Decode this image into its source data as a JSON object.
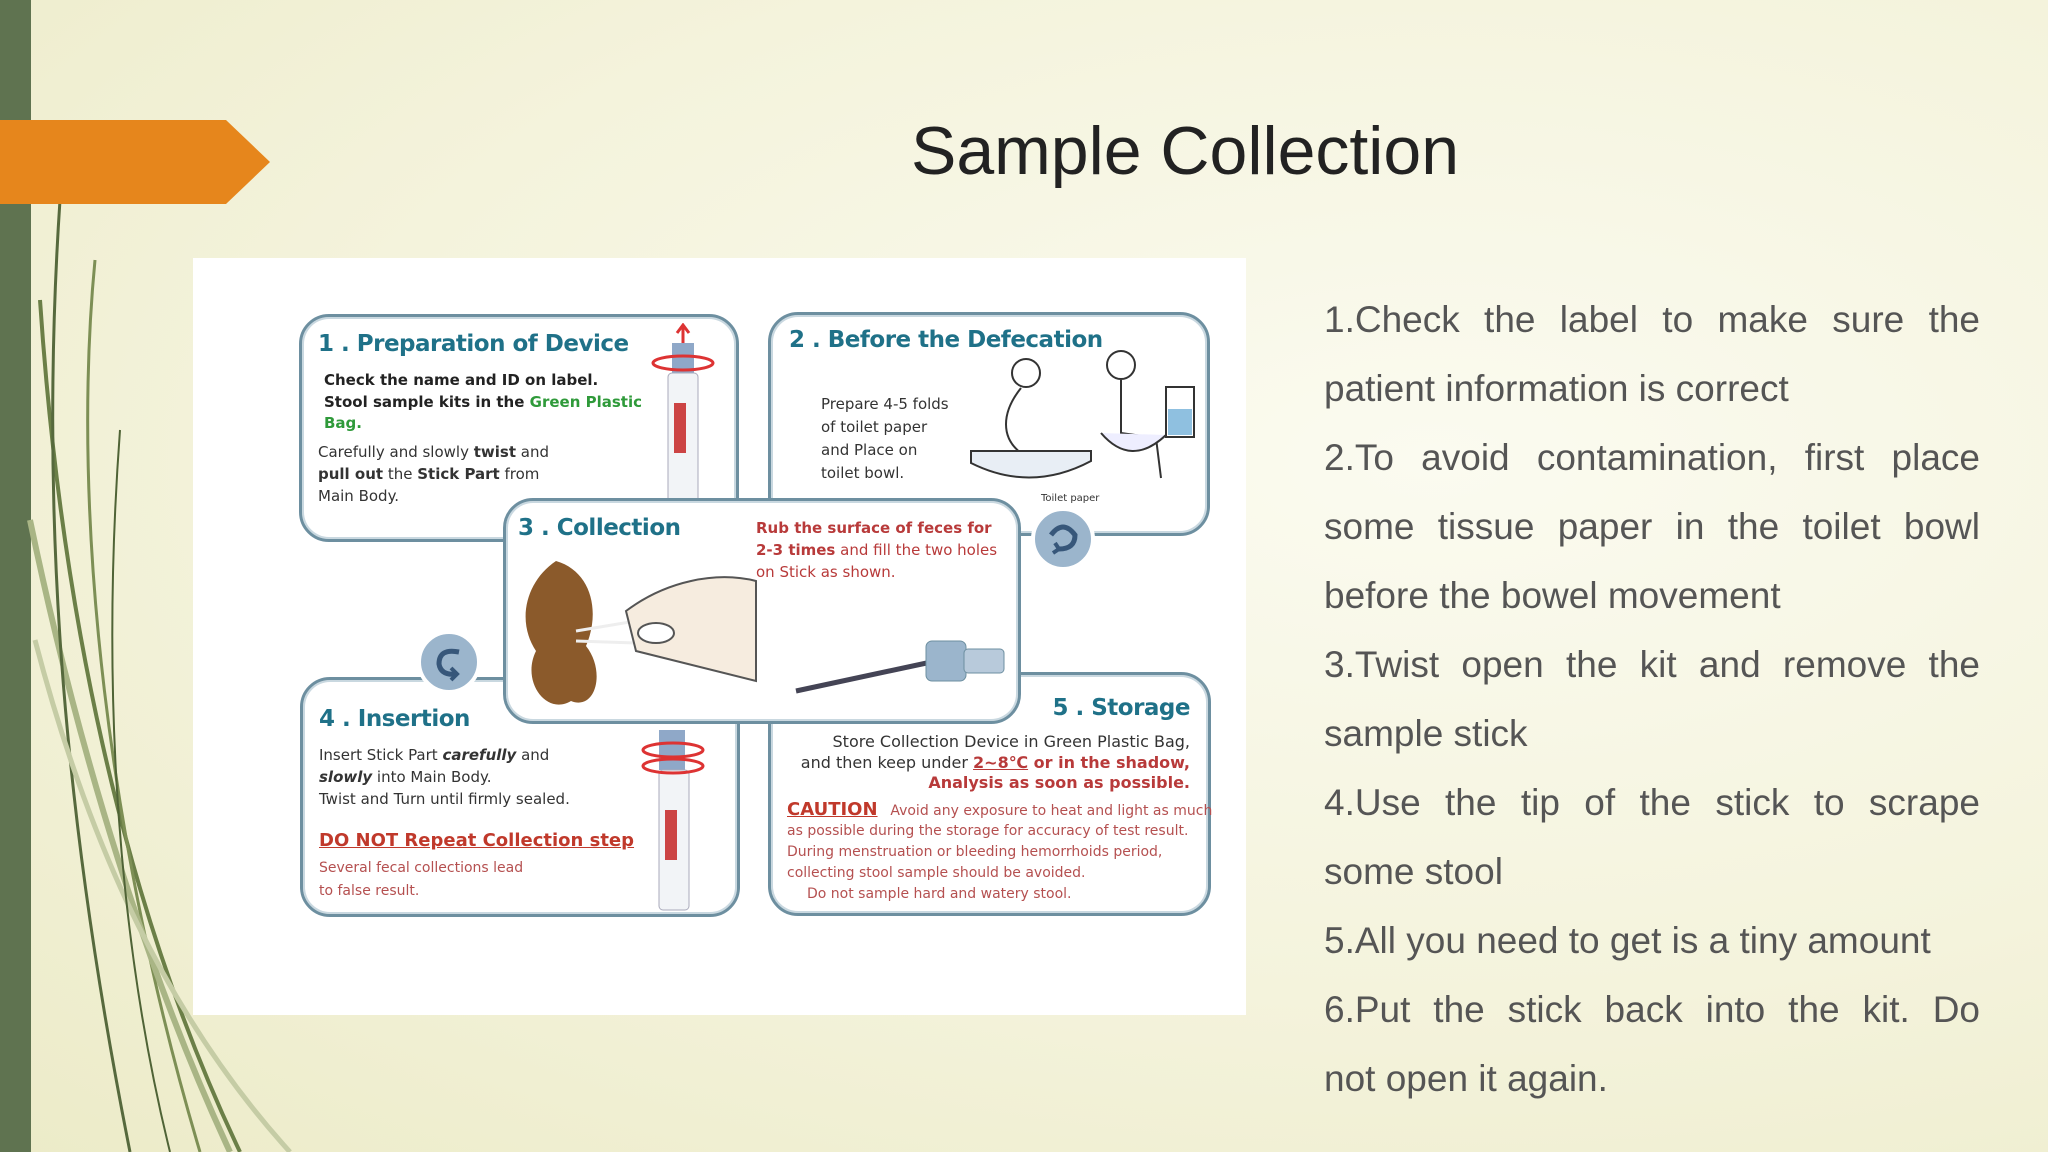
{
  "slide": {
    "title": "Sample Collection",
    "accent_color": "#e6861c",
    "bar_color": "#5f7350"
  },
  "figure": {
    "panel1": {
      "title": "1 . Preparation of Device",
      "line1": "Check the name and ID on label.",
      "line2a": "Stool sample kits in the ",
      "line2b": "Green Plastic",
      "line3": "Bag.",
      "line4a": "Carefully and slowly ",
      "line4b": "twist",
      "line4c": " and",
      "line5a": "pull out",
      "line5b": " the ",
      "line5c": "Stick Part",
      "line5d": " from",
      "line6": "Main Body."
    },
    "panel2": {
      "title": "2 . Before the Defecation",
      "line1": "Prepare 4-5 folds",
      "line2": "of toilet paper",
      "line3": "and Place on",
      "line4": "toilet bowl.",
      "toilet_label": "Toilet paper"
    },
    "panel3": {
      "title": "3 . Collection",
      "line1": "Rub the surface of feces for",
      "line2a": "2-3 times",
      "line2b": " and fill the two holes",
      "line3": "on Stick as shown."
    },
    "panel4": {
      "title": "4 . Insertion",
      "line1a": "Insert Stick Part ",
      "line1b": "carefully",
      "line1c": " and",
      "line2a": "slowly",
      "line2b": " into Main Body.",
      "line3": "Twist and Turn until firmly sealed.",
      "warning": "DO NOT Repeat Collection step",
      "line4": "Several fecal collections lead",
      "line5": "to false result."
    },
    "panel5": {
      "title": "5 . Storage",
      "line1": "Store Collection Device in Green Plastic Bag,",
      "line2a": "and then keep under ",
      "line2b": "2~8℃",
      "line2c": " or in the shadow,",
      "line3": "Analysis as soon as possible.",
      "caution": "CAUTION",
      "line4": "Avoid any exposure to heat and light as much",
      "line5": "as possible during the storage for accuracy of test result.",
      "line6": "During menstruation or bleeding hemorrhoids period,",
      "line7": "collecting stool sample should be avoided.",
      "line8": "Do not sample hard and watery stool."
    }
  },
  "steps": [
    "1.Check the label to make sure the",
    "patient information is correct",
    "2.To avoid contamination, first place",
    "some tissue paper in the toilet bowl",
    "before the bowel movement",
    "3.Twist open the kit and remove the",
    "sample stick",
    "4.Use the tip of the stick to scrape",
    "some stool",
    "5.All you need to get is a tiny amount",
    "6.Put the stick back into the kit.  Do",
    "not open it again."
  ]
}
